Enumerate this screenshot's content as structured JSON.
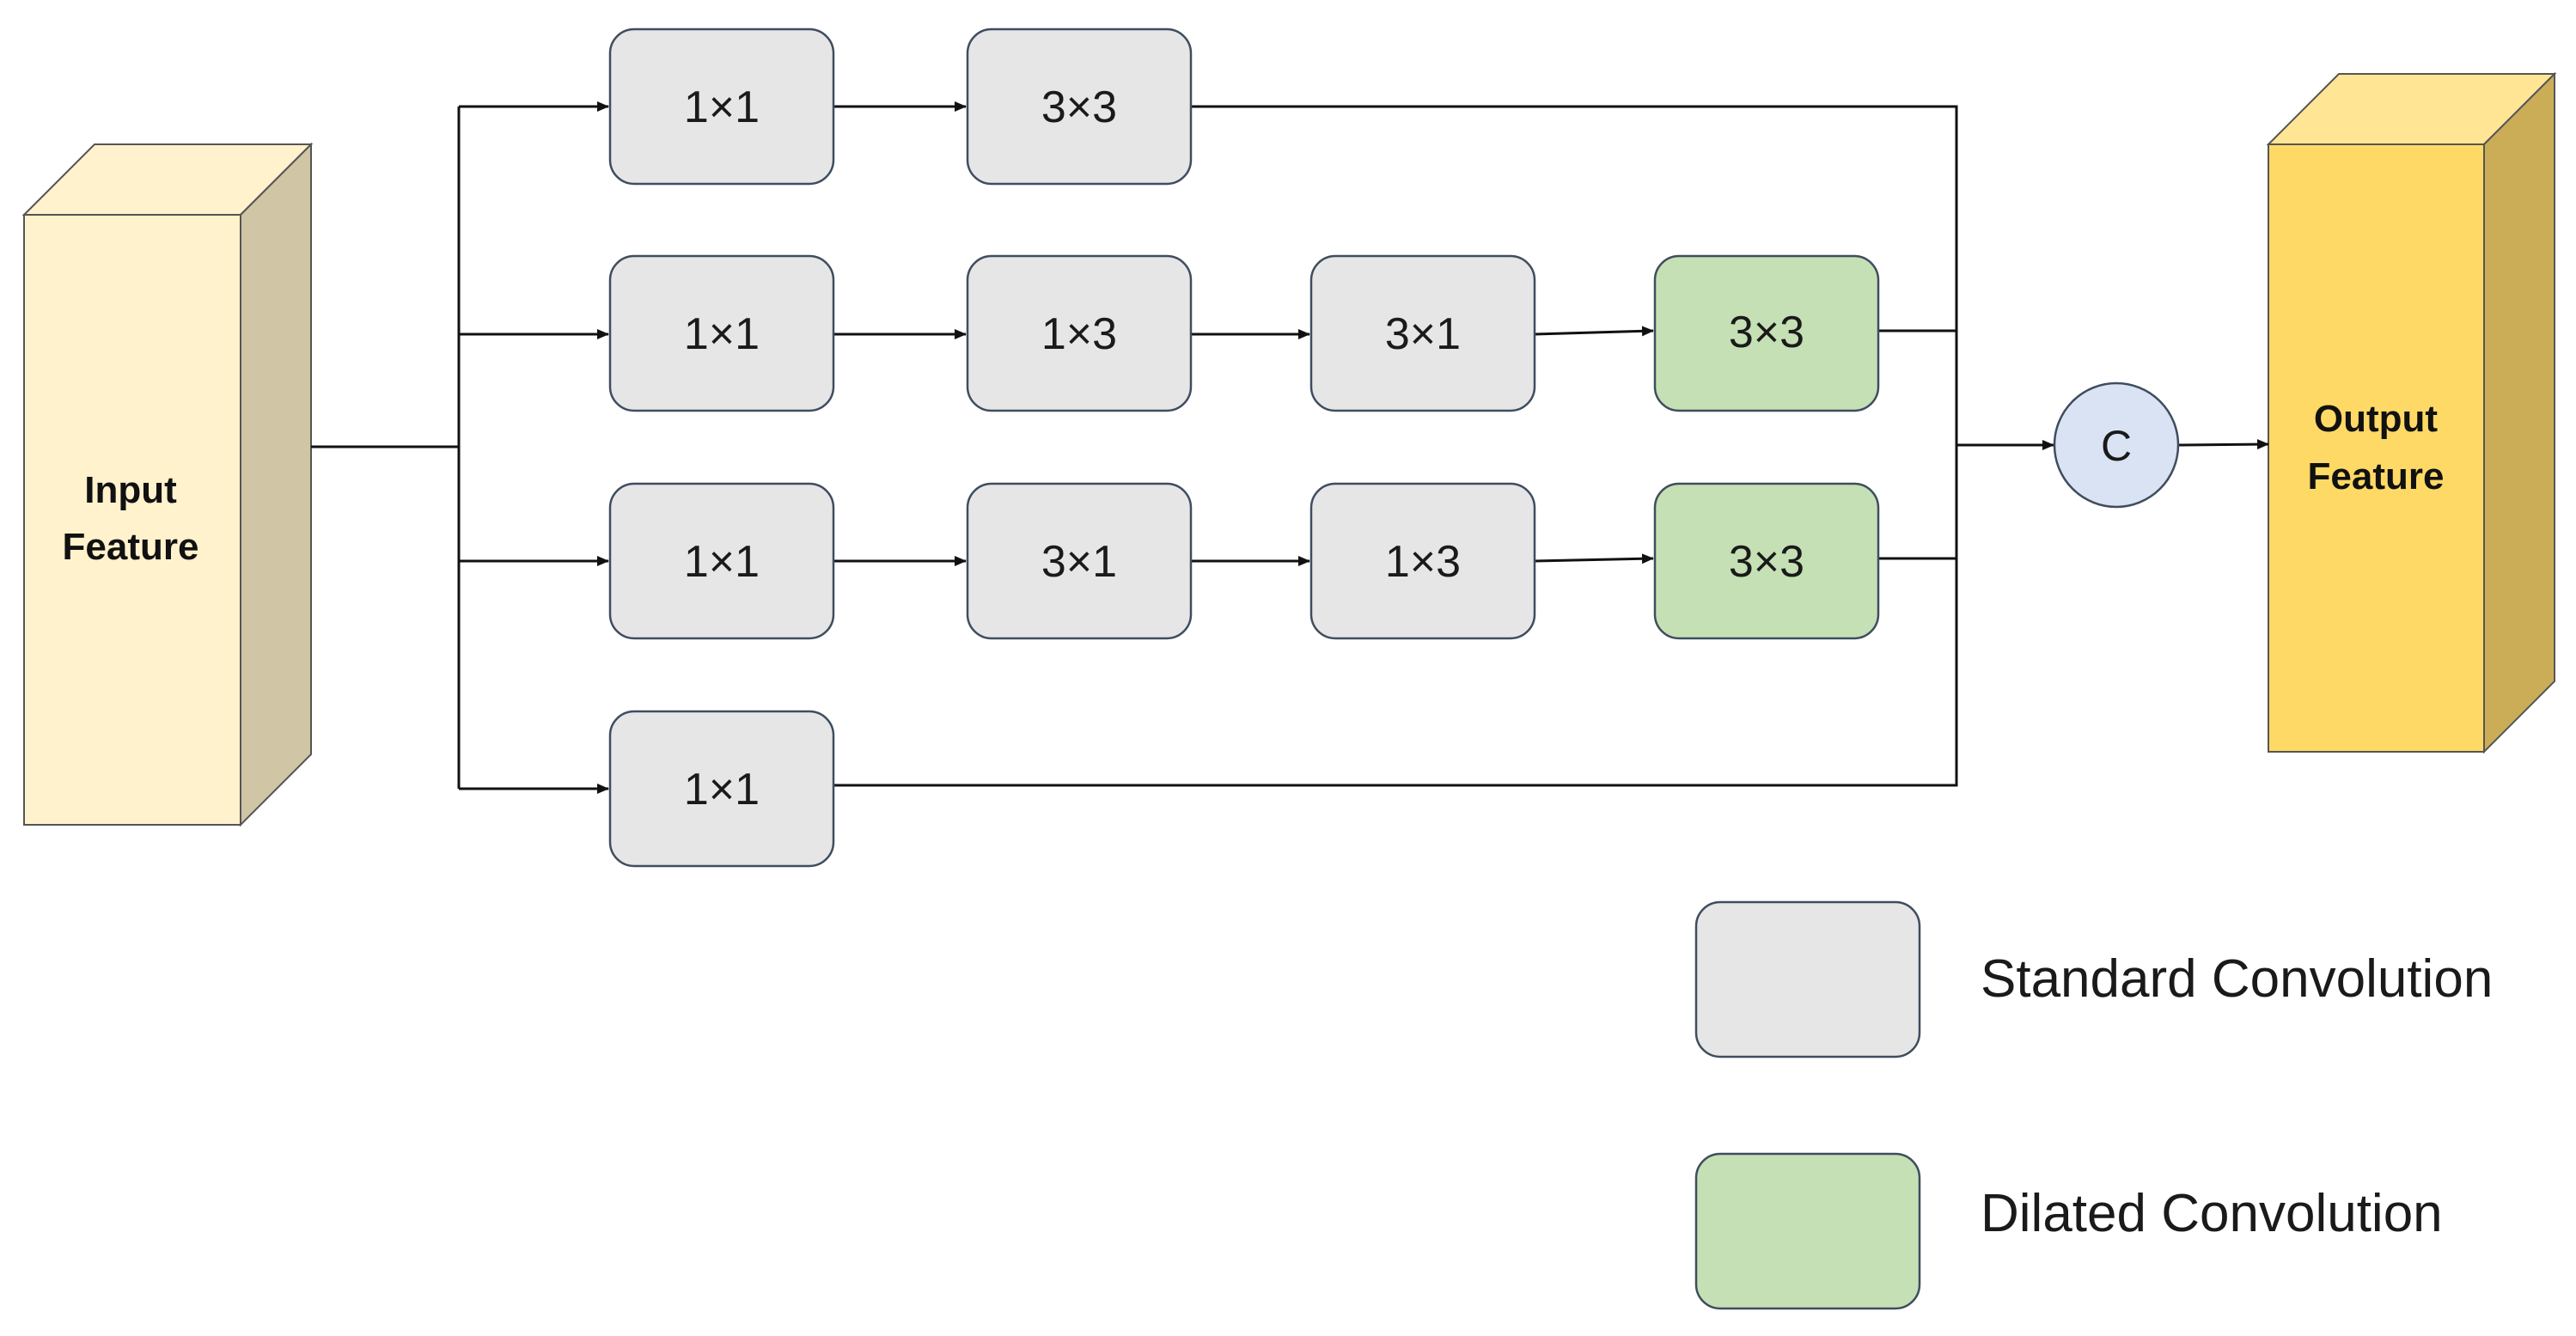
{
  "input": {
    "label_line1": "Input",
    "label_line2": "Feature"
  },
  "output": {
    "label_line1": "Output",
    "label_line2": "Feature"
  },
  "concat": {
    "label": "C"
  },
  "branches": [
    {
      "blocks": [
        {
          "label": "1×1",
          "kind": "standard"
        },
        {
          "label": "3×3",
          "kind": "standard"
        }
      ]
    },
    {
      "blocks": [
        {
          "label": "1×1",
          "kind": "standard"
        },
        {
          "label": "1×3",
          "kind": "standard"
        },
        {
          "label": "3×1",
          "kind": "standard"
        },
        {
          "label": "3×3",
          "kind": "dilated"
        }
      ]
    },
    {
      "blocks": [
        {
          "label": "1×1",
          "kind": "standard"
        },
        {
          "label": "3×1",
          "kind": "standard"
        },
        {
          "label": "1×3",
          "kind": "standard"
        },
        {
          "label": "3×3",
          "kind": "dilated"
        }
      ]
    },
    {
      "blocks": [
        {
          "label": "1×1",
          "kind": "standard"
        }
      ]
    }
  ],
  "legend": [
    {
      "label": "Standard Convolution",
      "kind": "standard"
    },
    {
      "label": "Dilated Convolution",
      "kind": "dilated"
    }
  ],
  "colors": {
    "standard_fill": "#e6e6e6",
    "dilated_fill": "#c5e0b4",
    "input_front": "#fff2cc",
    "input_top": "#fff2cc",
    "input_side": "#d0c5a5",
    "output_front": "#ffd966",
    "output_top": "#ffe594",
    "output_side": "#cbad57",
    "concat_fill": "#dae3f3",
    "line": "#111111"
  }
}
